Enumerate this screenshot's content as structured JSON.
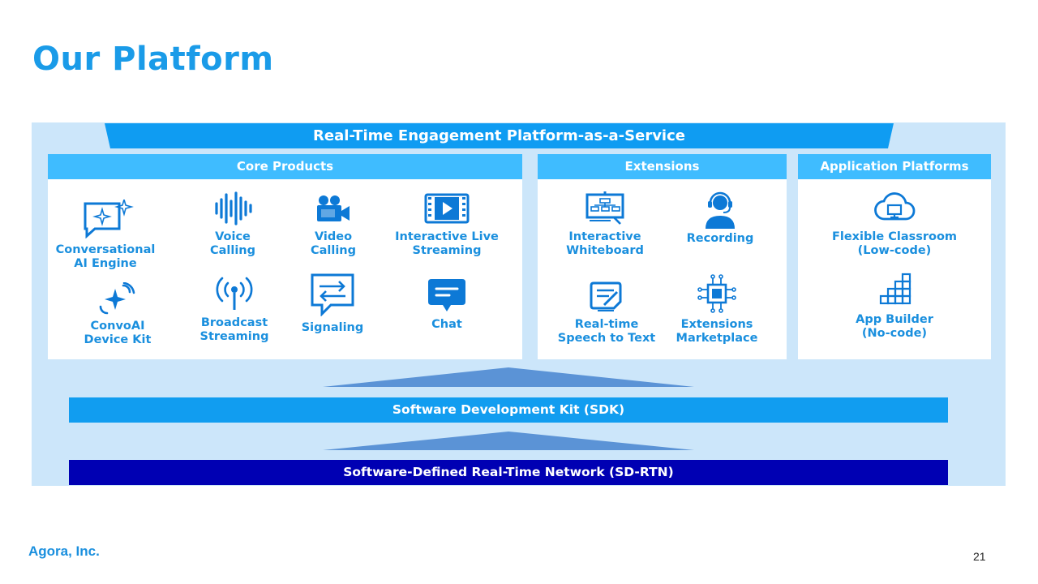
{
  "title": "Our Platform",
  "banner": "Real-Time Engagement Platform-as-a-Service",
  "core": {
    "heading": "Core Products",
    "items": [
      {
        "label": "Conversational\nAI Engine",
        "icon": "ai-chat-sparkle-icon"
      },
      {
        "label": "Voice\nCalling",
        "icon": "soundwave-icon"
      },
      {
        "label": "Video\nCalling",
        "icon": "video-camera-icon"
      },
      {
        "label": "Interactive Live\nStreaming",
        "icon": "film-play-icon"
      },
      {
        "label": "ConvoAI\nDevice Kit",
        "icon": "device-sparkle-icon"
      },
      {
        "label": "Broadcast\nStreaming",
        "icon": "broadcast-antenna-icon"
      },
      {
        "label": "Signaling",
        "icon": "exchange-arrows-icon"
      },
      {
        "label": "Chat",
        "icon": "chat-bubble-icon"
      }
    ]
  },
  "extensions": {
    "heading": "Extensions",
    "items": [
      {
        "label": "Interactive\nWhiteboard",
        "icon": "whiteboard-icon"
      },
      {
        "label": "Recording",
        "icon": "headset-person-icon"
      },
      {
        "label": "Real-time\nSpeech to Text",
        "icon": "document-pen-icon"
      },
      {
        "label": "Extensions\nMarketplace",
        "icon": "chip-icon"
      }
    ]
  },
  "platforms": {
    "heading": "Application Platforms",
    "items": [
      {
        "label": "Flexible Classroom\n(Low-code)",
        "icon": "cloud-screen-icon"
      },
      {
        "label": "App Builder\n(No-code)",
        "icon": "blocks-icon"
      }
    ]
  },
  "sdk": "Software Development Kit (SDK)",
  "network": "Software-Defined Real-Time Network (SD-RTN)",
  "footer": {
    "company": "Agora, Inc.",
    "page": "21"
  },
  "colors": {
    "title": "#1a9be8",
    "panel": "#cce6fa",
    "banner": "#0f9cf2",
    "section_head": "#3fbcff",
    "label": "#1a8fde",
    "icon": "#0d79d6",
    "sdk_bar": "#119df0",
    "network_bar": "#0000b3",
    "triangle": "#5b93d6"
  }
}
